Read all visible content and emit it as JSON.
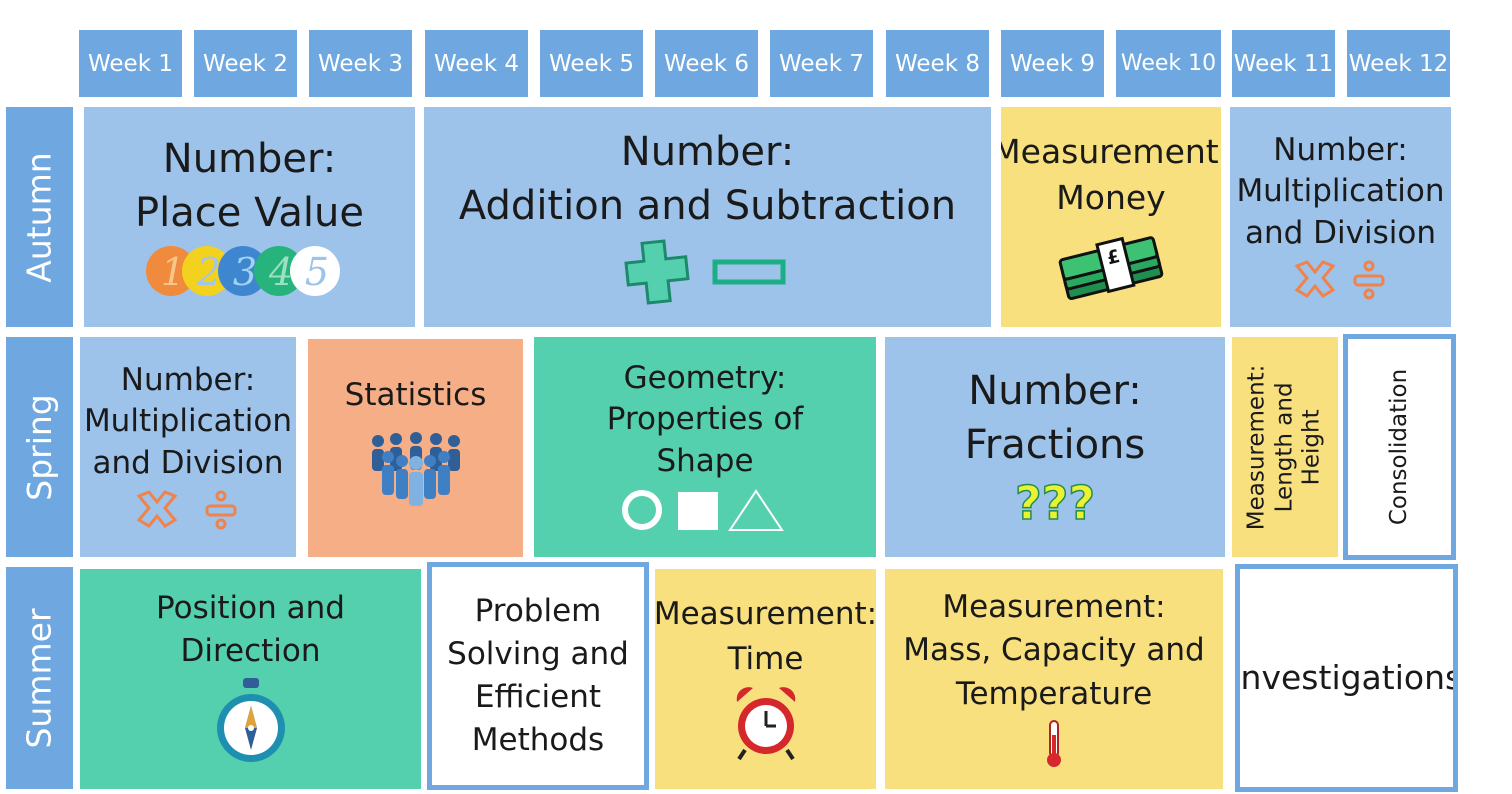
{
  "weeks": [
    "Week 1",
    "Week 2",
    "Week 3",
    "Week 4",
    "Week 5",
    "Week 6",
    "Week 7",
    "Week 8",
    "Week 9",
    "Week 10",
    "Week 11",
    "Week 12"
  ],
  "terms": {
    "autumn": "Autumn",
    "spring": "Spring",
    "summer": "Summer"
  },
  "autumn": {
    "place_value": {
      "title": "Number:",
      "subtitle": "Place Value",
      "icon": "numbers-icon",
      "digits": [
        "1",
        "2",
        "3",
        "4",
        "5"
      ]
    },
    "add_sub": {
      "title": "Number:",
      "subtitle": "Addition and Subtraction",
      "icon": "plus-minus-icon"
    },
    "money": {
      "title": "Measurement:",
      "subtitle": "Money",
      "icon": "money-stack-icon",
      "symbol": "£"
    },
    "mult_div": {
      "line1": "Number:",
      "line2": "Multiplication",
      "line3": "and Division",
      "icon": "multiply-divide-icon"
    }
  },
  "spring": {
    "mult_div": {
      "line1": "Number:",
      "line2": "Multiplication",
      "line3": "and Division",
      "icon": "multiply-divide-icon"
    },
    "statistics": {
      "title": "Statistics",
      "icon": "people-group-icon"
    },
    "geometry": {
      "line1": "Geometry:",
      "line2": "Properties of",
      "line3": "Shape",
      "icon": "shapes-icon"
    },
    "fractions": {
      "title": "Number:",
      "subtitle": "Fractions",
      "icon": "question-marks-icon",
      "marks": "???"
    },
    "length": {
      "line1": "Measurement:",
      "line2": "Length and",
      "line3": "Height"
    },
    "consolidation": {
      "title": "Consolidation"
    }
  },
  "summer": {
    "position": {
      "line1": "Position and",
      "line2": "Direction",
      "icon": "compass-icon"
    },
    "problem": {
      "line1": "Problem",
      "line2": "Solving and",
      "line3": "Efficient",
      "line4": "Methods"
    },
    "time": {
      "title": "Measurement:",
      "subtitle": "Time",
      "icon": "alarm-clock-icon"
    },
    "mass": {
      "line1": "Measurement:",
      "line2": "Mass, Capacity and",
      "line3": "Temperature",
      "icon": "thermometer-icon"
    },
    "investigations": {
      "title": "Investigations"
    }
  },
  "colors": {
    "header_blue": "#6fa8e0",
    "number_blue": "#9dc3ea",
    "measurement_yellow": "#f8e07e",
    "geometry_green": "#55d0ae",
    "statistics_orange": "#f6ae86"
  }
}
